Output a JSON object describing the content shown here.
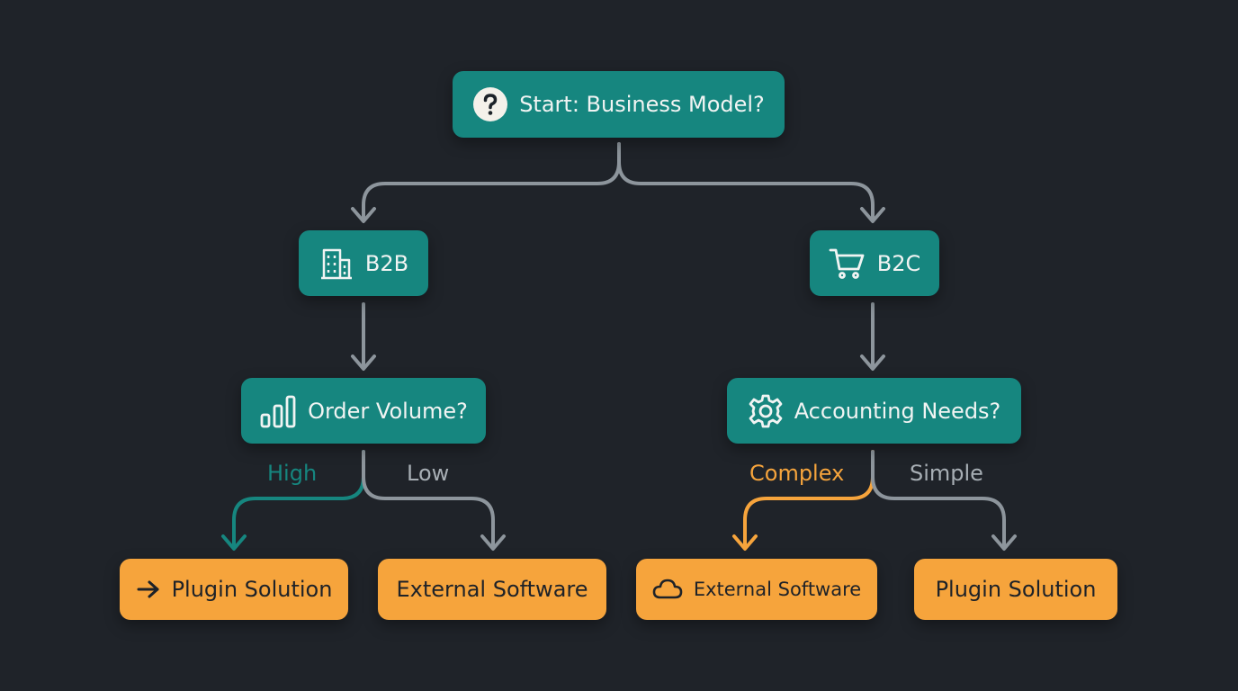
{
  "colors": {
    "background": "#1f2329",
    "decision": "#16867f",
    "outcome": "#f6a43c",
    "connector": "#8d959c",
    "high_branch": "#16867f",
    "complex_branch": "#f6a43c",
    "low_label": "#a7aeb4"
  },
  "nodes": {
    "start": {
      "label": "Start: Business Model?",
      "icon": "question-icon"
    },
    "b2b": {
      "label": "B2B",
      "icon": "building-icon"
    },
    "b2c": {
      "label": "B2C",
      "icon": "cart-icon"
    },
    "order_volume": {
      "label": "Order Volume?",
      "icon": "bar-chart-icon"
    },
    "accounting_needs": {
      "label": "Accounting Needs?",
      "icon": "gear-icon"
    },
    "b2b_plugin": {
      "label": "Plugin Solution",
      "icon": "arrow-right-icon"
    },
    "b2b_external": {
      "label": "External Software"
    },
    "b2c_external": {
      "label": "External Software",
      "icon": "cloud-icon"
    },
    "b2c_plugin": {
      "label": "Plugin Solution"
    }
  },
  "edges": {
    "high": "High",
    "low": "Low",
    "complex": "Complex",
    "simple": "Simple"
  }
}
